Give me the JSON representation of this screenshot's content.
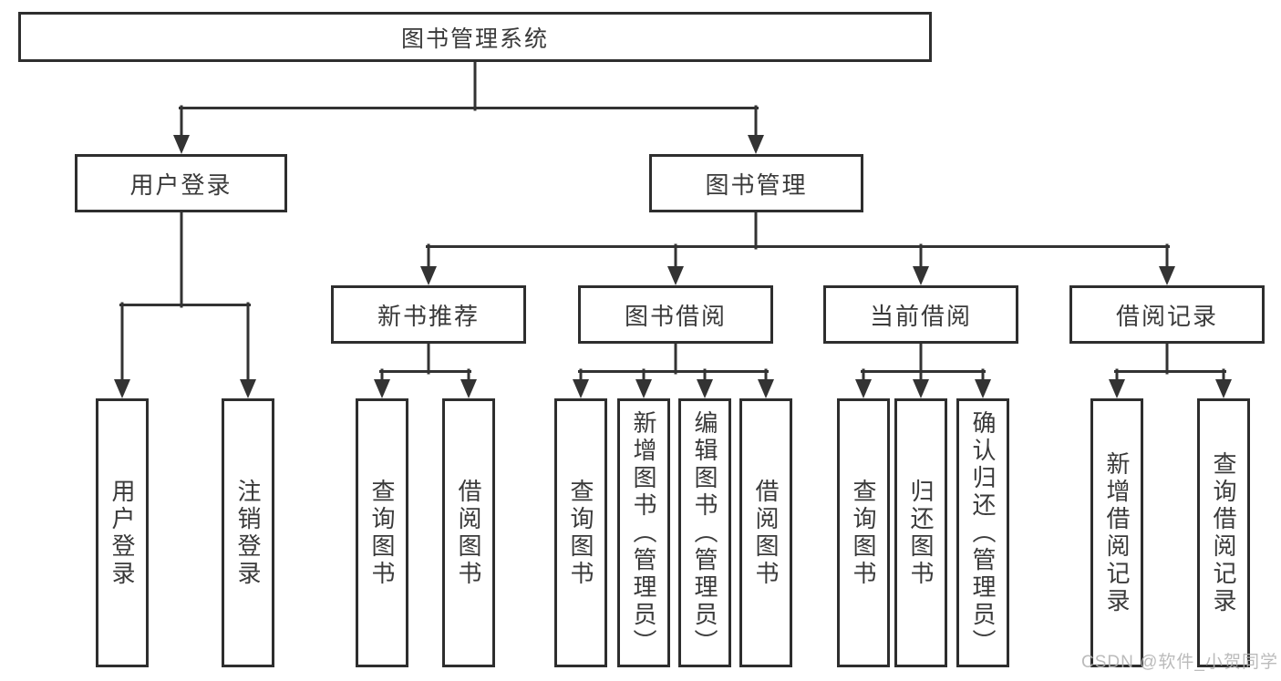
{
  "diagram": {
    "root": {
      "label": "图书管理系统"
    },
    "level2": [
      {
        "label": "用户登录"
      },
      {
        "label": "图书管理"
      }
    ],
    "level3": [
      {
        "label": "新书推荐"
      },
      {
        "label": "图书借阅"
      },
      {
        "label": "当前借阅"
      },
      {
        "label": "借阅记录"
      }
    ],
    "leaves": [
      {
        "parent": "用户登录",
        "label": "用户登录"
      },
      {
        "parent": "用户登录",
        "label": "注销登录"
      },
      {
        "parent": "新书推荐",
        "label": "查询图书"
      },
      {
        "parent": "新书推荐",
        "label": "借阅图书"
      },
      {
        "parent": "图书借阅",
        "label": "查询图书"
      },
      {
        "parent": "图书借阅",
        "label": "新增图书（管理员）"
      },
      {
        "parent": "图书借阅",
        "label": "编辑图书（管理员）"
      },
      {
        "parent": "图书借阅",
        "label": "借阅图书"
      },
      {
        "parent": "当前借阅",
        "label": "查询图书"
      },
      {
        "parent": "当前借阅",
        "label": "归还图书"
      },
      {
        "parent": "当前借阅",
        "label": "确认归还（管理员）"
      },
      {
        "parent": "借阅记录",
        "label": "新增借阅记录"
      },
      {
        "parent": "借阅记录",
        "label": "查询借阅记录"
      }
    ]
  },
  "watermark": {
    "text": "CSDN @软件_小贺同学"
  },
  "colors": {
    "line": "#333333",
    "border": "#2e2e2e",
    "text": "#3a3a3a",
    "watermark": "#b4b4b4",
    "background": "#ffffff"
  }
}
